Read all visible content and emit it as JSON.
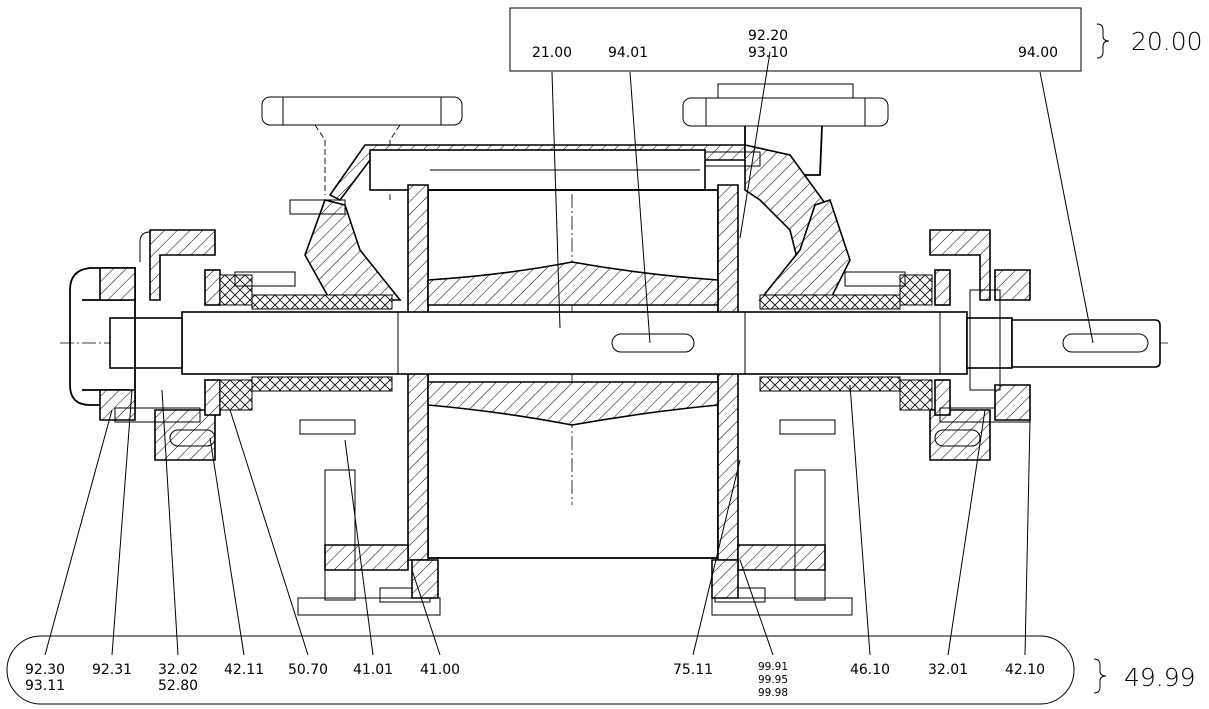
{
  "top_box": {
    "labels": [
      "21.00",
      "94.01",
      "92.20",
      "93.10",
      "94.00"
    ],
    "group_label": "20.00"
  },
  "bottom_box": {
    "labels": [
      "92.30",
      "93.11",
      "92.31",
      "32.02",
      "52.80",
      "42.11",
      "50.70",
      "41.01",
      "41.00",
      "75.11",
      "99.91",
      "99.95",
      "99.98",
      "46.10",
      "32.01",
      "42.10"
    ],
    "group_label": "49.99"
  }
}
